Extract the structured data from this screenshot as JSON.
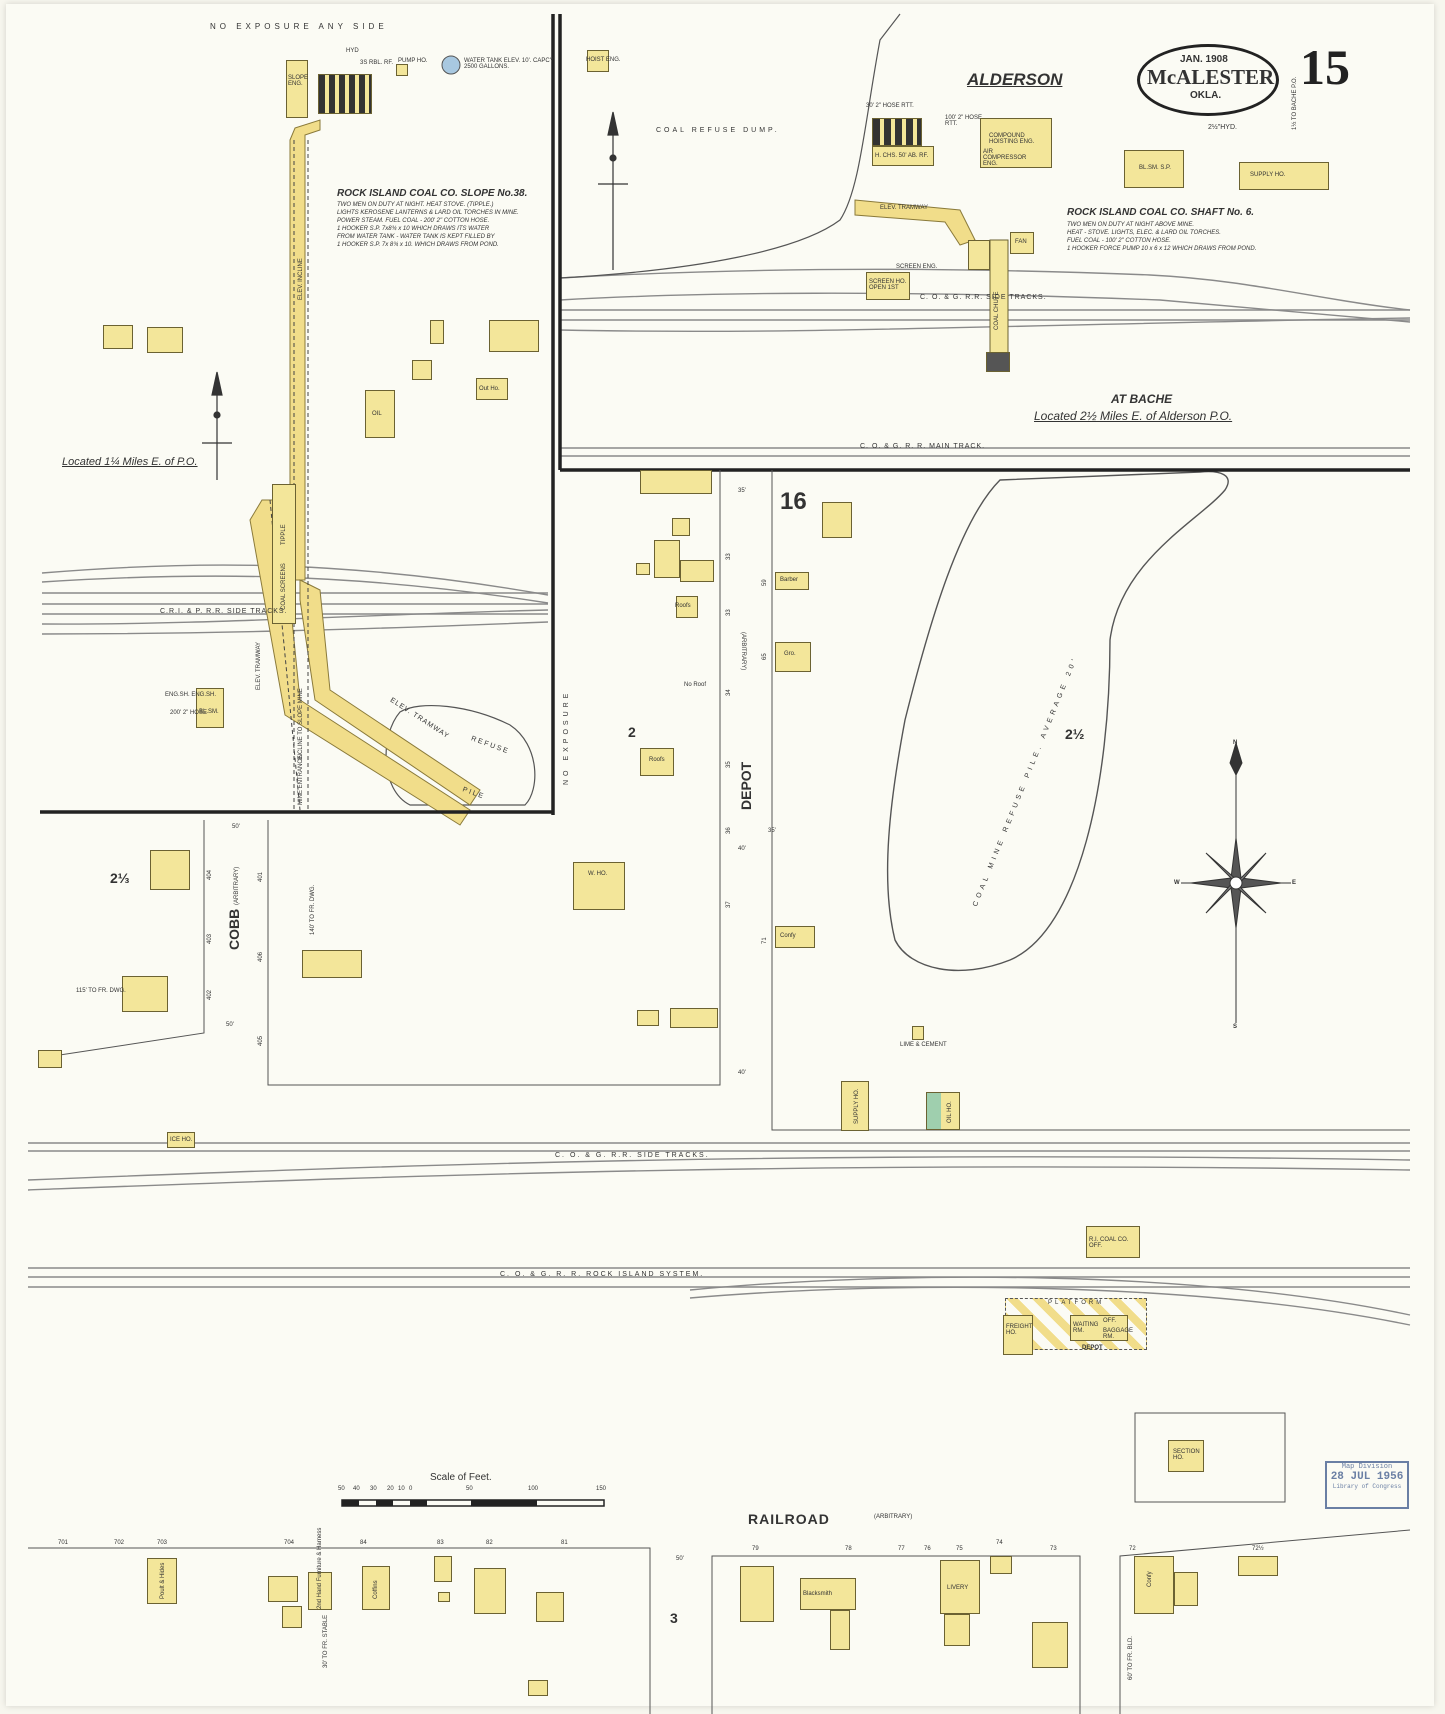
{
  "sheet": {
    "number": "15",
    "date": "JAN. 1908",
    "city": "McALESTER",
    "state": "OKLA.",
    "town_top": "ALDERSON",
    "hyd_note": "2½\"HYD."
  },
  "left_panel": {
    "no_exposure": "NO EXPOSURE ANY SIDE",
    "title": "ROCK ISLAND COAL CO. SLOPE No.38.",
    "notes": [
      "TWO MEN ON DUTY AT NIGHT. HEAT STOVE. (TIPPLE.)",
      "LIGHTS KEROSENE LANTERNS & LARD OIL TORCHES IN MINE.",
      "POWER STEAM. FUEL COAL - 200' 2\" COTTON HOSE.",
      "1 HOOKER S.P. 7x8¾ x 10 WHICH DRAWS ITS WATER",
      "FROM WATER TANK - WATER TANK IS KEPT FILLED BY",
      "1 HOOKER S.P. 7x 8¾ x 10. WHICH DRAWS FROM POND."
    ],
    "location": "Located 1¼ Miles E. of P.O.",
    "water_tank": "WATER TANK ELEV. 10'. CAPCY 2500 GALLONS.",
    "labels": {
      "hyd": "HYD",
      "slope_eng": "SLOPE ENG.",
      "boilers": "3S RBL. RF.",
      "pump": "PUMP HO.",
      "elev_incline": "ELEV. INCLINE",
      "side_tracks": "C.R.I. & P. R.R.      SIDE TRACKS.",
      "tipple": "TIPPLE",
      "coal_screens": "COAL SCREENS",
      "elev_tramway": "ELEV. TRAMWAY",
      "incline": "INCLINE TO SLOPE MINE",
      "refuse": "REFUSE",
      "pile": "PILE",
      "mine_entrance": "MINE ENTRANCE",
      "oil": "OIL",
      "out_ho": "Out Ho.",
      "eng_sh": "ENG.SH. ENG.SH.",
      "bl_sm": "BL.SM.",
      "hose": "200' 2\" HOSE"
    }
  },
  "right_panel": {
    "title": "ROCK ISLAND COAL CO. SHAFT No. 6.",
    "notes": [
      "TWO MEN ON DUTY AT NIGHT ABOVE MINE.",
      "HEAT - STOVE. LIGHTS, ELEC. & LARD OIL TORCHES.",
      "FUEL COAL - 100' 2\" COTTON HOSE.",
      "1 HOOKER FORCE PUMP 10 x 6 x 12 WHICH DRAWS FROM POND."
    ],
    "location_title": "AT BACHE",
    "location": "Located 2½ Miles E. of Alderson P.O.",
    "labels": {
      "coal_refuse": "COAL   REFUSE   DUMP.",
      "hoist": "HOIST ENG.",
      "hose_rt": "30' 2\" HOSE RTT.",
      "hose_rt2": "100' 2\" HOSE RTT.",
      "boilers": "H. CHS. 50' AB. RF.",
      "comp": "COMPOUND HOISTING ENG.",
      "air": "AIR COMPRESSOR ENG.",
      "bl_sm": "BL.SM. S.P.",
      "supply": "SUPPLY HO.",
      "tramway": "ELEV. TRAMWAY",
      "screen": "SCREEN HO. OPEN 1ST",
      "screen_eng": "SCREEN ENG.",
      "side_tracks": "C. O. & G. R.R.     SIDE TRACKS.",
      "main_track": "C. O. & G. R. R.      MAIN TRACK.",
      "coal_chute": "COAL CHUTE",
      "fan": "FAN",
      "to_bache": "1½ TO BACHE P.O."
    }
  },
  "main": {
    "sheet_ref_16": "16",
    "block_2": "2",
    "block_2_5": "2½",
    "block_2_3": "2⅓",
    "block_3": "3",
    "street_depot": "DEPOT",
    "street_depot_note": "(ARBITRARY)",
    "street_cobb": "COBB",
    "street_cobb_note": "(ARBITRARY)",
    "street_railroad": "RAILROAD",
    "street_railroad_note": "(ARBITRARY)",
    "no_exposure": "NO   EXPOSURE",
    "refuse_pile": "COAL   MINE   REFUSE   PILE.   AVERAGE   20'",
    "side_tracks": "C. O. & G. R.R.     SIDE TRACKS.",
    "rock_island": "C. O. & G. R. R.     ROCK   ISLAND   SYSTEM.",
    "platform": "PLATFORM",
    "depot": "DEPOT",
    "freight": "FREIGHT HO.",
    "waiting": "WAITING RM.",
    "baggage": "BAGGAGE RM.",
    "office": "OFF.",
    "ri_coal": "R.I. COAL CO. OFF.",
    "section": "SECTION HO.",
    "labels": {
      "barber": "Barber",
      "gro": "Gro.",
      "confy": "Confy",
      "no_roof": "No Roof",
      "roofs": "Roofs",
      "w_ho": "W. HO.",
      "lime": "LIME & CEMENT",
      "oil_ho": "OIL HO.",
      "supply": "SUPPLY HO.",
      "ice": "ICE HO.",
      "livery": "LIVERY",
      "blacksmith": "Blacksmith",
      "confy2": "Confy",
      "coffins": "Coffins",
      "furniture": "2nd Hand Furniture & Harness",
      "poultry": "Poult & Hides",
      "to_fr_dwg": "140' TO FR. DWG.",
      "to_fr_dwg2": "115' TO FR. DWG.",
      "to_fr_stable": "30' TO FR. STABLE",
      "to_fr_bld": "60' TO FR. BLD."
    },
    "addresses": {
      "depot_w": [
        "33",
        "33",
        "34",
        "35",
        "36",
        "37"
      ],
      "depot_e": [
        "59",
        "65",
        "71"
      ],
      "cobb_w": [
        "404",
        "403",
        "402"
      ],
      "cobb_e": [
        "401",
        "406",
        "405"
      ],
      "railroad": [
        "701",
        "702",
        "703",
        "704",
        "84",
        "83",
        "82",
        "81",
        "79",
        "78",
        "77",
        "76",
        "75",
        "74",
        "73",
        "72",
        "72½"
      ],
      "widths": [
        "35'",
        "35'",
        "40'",
        "40'",
        "50'",
        "50'",
        "50'"
      ]
    }
  },
  "compass": {
    "n": "N",
    "s": "S",
    "e": "E",
    "w": "W"
  },
  "scale": {
    "title": "Scale of Feet.",
    "ticks": [
      "50",
      "40",
      "30",
      "20",
      "10",
      "0",
      "50",
      "100",
      "150"
    ]
  },
  "stamp": {
    "line1": "Map Division",
    "line2": "28 JUL 1956",
    "line3": "Library of Congress"
  },
  "colors": {
    "brick": "#f3e69a",
    "frame": "#f3e69a",
    "stone": "#9fcfae",
    "tramway": "#f1dd8a",
    "stamp": "#6a7fa4"
  }
}
